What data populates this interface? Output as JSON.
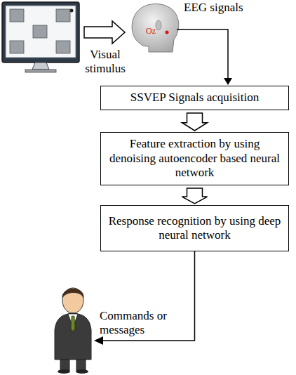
{
  "diagram": {
    "nodes": [
      {
        "text": [
          "SSVEP Signals acquisition"
        ]
      },
      {
        "text": [
          "Feature extraction by using denoising autoencoder based neural network"
        ]
      },
      {
        "text": [
          "Response recognition by using deep neural network"
        ]
      }
    ],
    "edges": [
      {
        "from": 0,
        "to": 1,
        "arrow": "to"
      },
      {
        "from": 1,
        "to": 2,
        "arrow": "to"
      }
    ],
    "labels": [
      "EEG signals",
      "Oz",
      "Visual stimulus",
      "Commands or messages"
    ]
  }
}
